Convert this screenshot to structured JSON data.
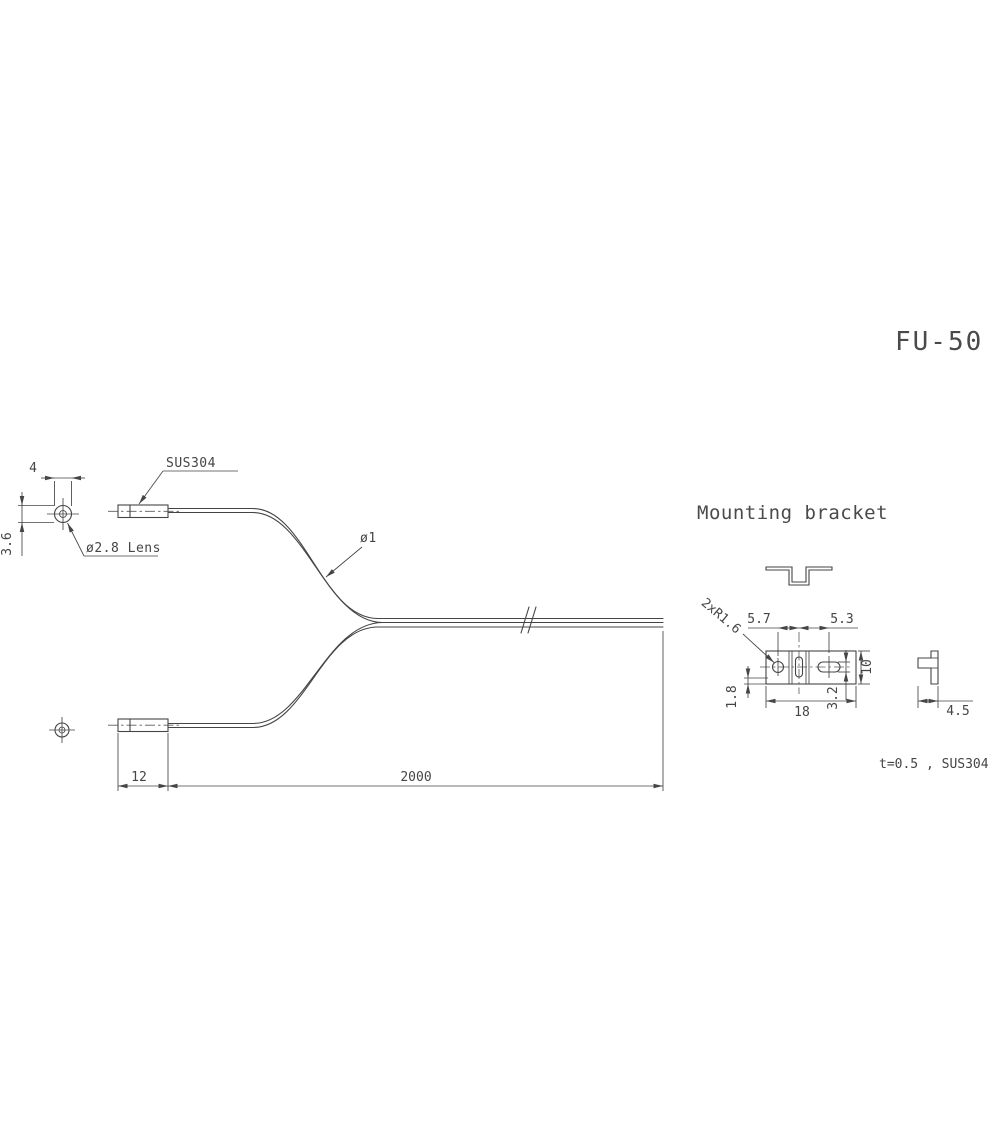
{
  "title": "FU-50",
  "fiber_unit": {
    "material_label": "SUS304",
    "lens_label": "ø2.8 Lens",
    "fiber_diameter_label": "ø1",
    "dim_width": "4",
    "dim_height": "3.6",
    "dim_sleeve": "12",
    "dim_length": "2000"
  },
  "bracket": {
    "title": "Mounting bracket",
    "dim_holes": "2xR1.6",
    "dim_hole_offset": "5.7",
    "dim_slot_offset": "5.3",
    "dim_height": "10",
    "dim_slot_height": "3.2",
    "dim_lip": "1.8",
    "dim_width": "18",
    "dim_depth": "4.5",
    "material_note": "t=0.5 , SUS304"
  },
  "colors": {
    "line": "#454545",
    "background": "#ffffff"
  }
}
